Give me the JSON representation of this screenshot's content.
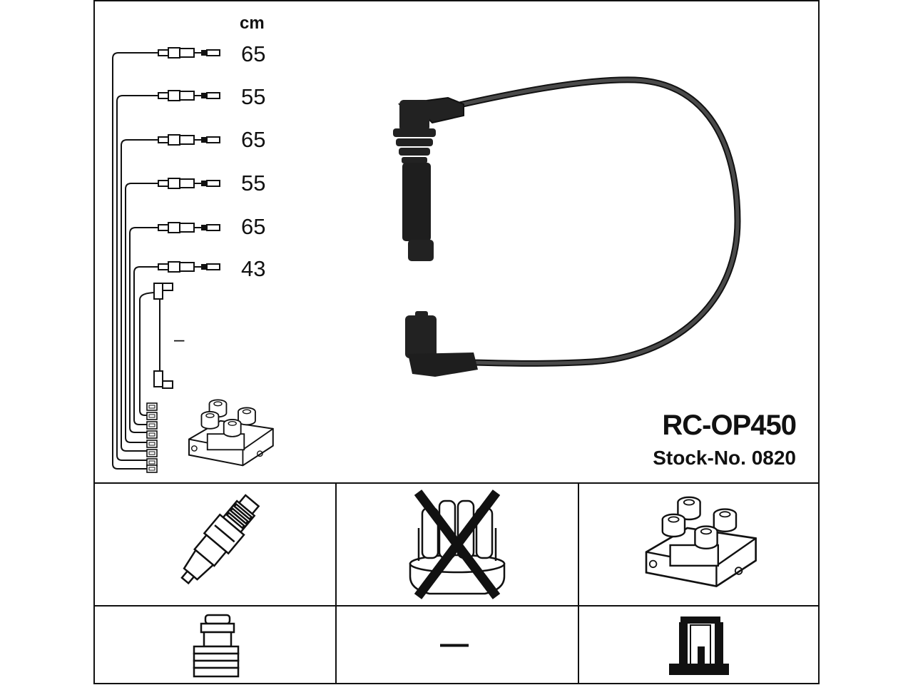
{
  "unit": "cm",
  "lengths": [
    "65",
    "55",
    "65",
    "55",
    "65",
    "43"
  ],
  "coil_lead": "–",
  "model": "RC-OP450",
  "stock": "Stock-No. 0820",
  "grid": {
    "spark_plug": "spark-plug-icon",
    "distributor_cap": "distributor-cap-crossed-icon",
    "ignition_coil": "ignition-coil-icon",
    "plug_connector": "plug-connector-icon",
    "middle_value": "—",
    "coil_connector": "coil-connector-icon"
  }
}
